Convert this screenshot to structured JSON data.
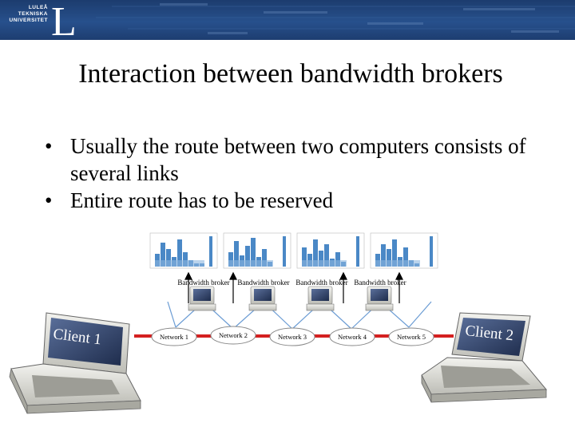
{
  "header": {
    "logo_text": "LULEÅ\nTEKNISKA\nUNIVERSITET",
    "logo_letter": "L"
  },
  "slide": {
    "title": "Interaction between bandwidth brokers",
    "bullets": [
      "Usually the route between two computers consists of several links",
      "Entire route has to be reserved"
    ]
  },
  "diagram": {
    "brokers": [
      {
        "label": "Bandwidth broker"
      },
      {
        "label": "Bandwidth broker"
      },
      {
        "label": "Bandwidth broker"
      },
      {
        "label": "Bandwidth broker"
      }
    ],
    "networks": [
      {
        "label": "Network 1"
      },
      {
        "label": "Network 2"
      },
      {
        "label": "Network 3"
      },
      {
        "label": "Network 4"
      },
      {
        "label": "Network 5"
      }
    ],
    "clients": [
      {
        "label": "Client 1"
      },
      {
        "label": "Client 2"
      }
    ],
    "colors": {
      "bar": "#4a88c6",
      "link": "#d42020",
      "connector": "#6b9cd4",
      "banner": "#1f4176"
    }
  }
}
